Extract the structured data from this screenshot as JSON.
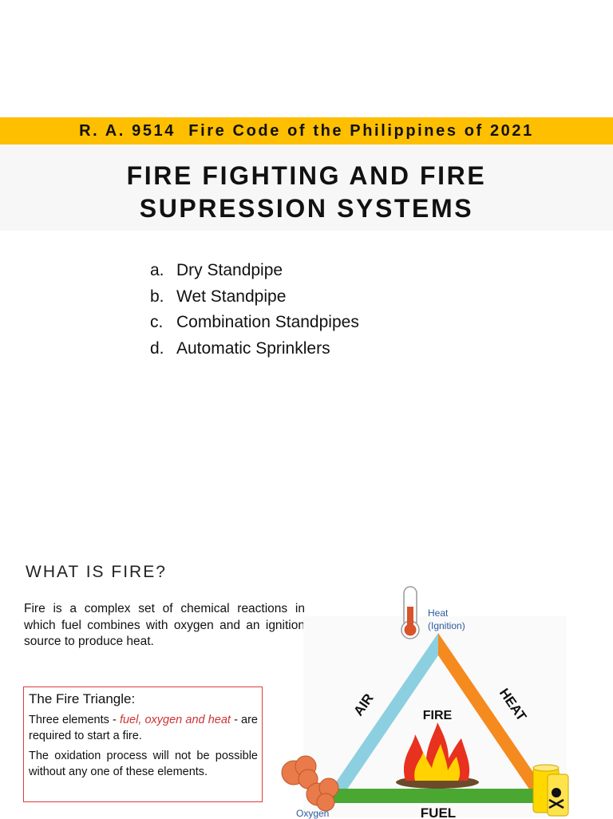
{
  "banner": {
    "text": "R. A. 9514  Fire Code of the Philippines of 2021"
  },
  "title": {
    "line1": "FIRE FIGHTING AND FIRE",
    "line2": "SUPRESSION SYSTEMS"
  },
  "systems_list": [
    {
      "marker": "a.",
      "text": "Dry Standpipe"
    },
    {
      "marker": "b.",
      "text": "Wet Standpipe"
    },
    {
      "marker": "c.",
      "text": "Combination Standpipes"
    },
    {
      "marker": "d.",
      "text": "Automatic Sprinklers"
    }
  ],
  "section_heading": "WHAT IS FIRE?",
  "intro": "Fire is a complex set of chemical reactions in which fuel combines with oxygen and an ignition source to produce heat.",
  "fire_triangle_box": {
    "title": "The Fire Triangle:",
    "p1_before": "Three elements - ",
    "p1_highlight": "fuel, oxygen and heat",
    "p1_after": " - are required to start a fire.",
    "p2": "The oxidation process will not be possible without any one of these elements."
  },
  "diagram": {
    "heat_label_line1": "Heat",
    "heat_label_line2": "(Ignition)",
    "oxygen_label": "Oxygen",
    "side_air": "AIR",
    "side_heat": "HEAT",
    "side_fuel": "FUEL",
    "center": "FIRE",
    "colors": {
      "air": "#8ccfe0",
      "heat": "#f58a1f",
      "fuel": "#4aa832",
      "banner": "#fdbf00"
    }
  }
}
